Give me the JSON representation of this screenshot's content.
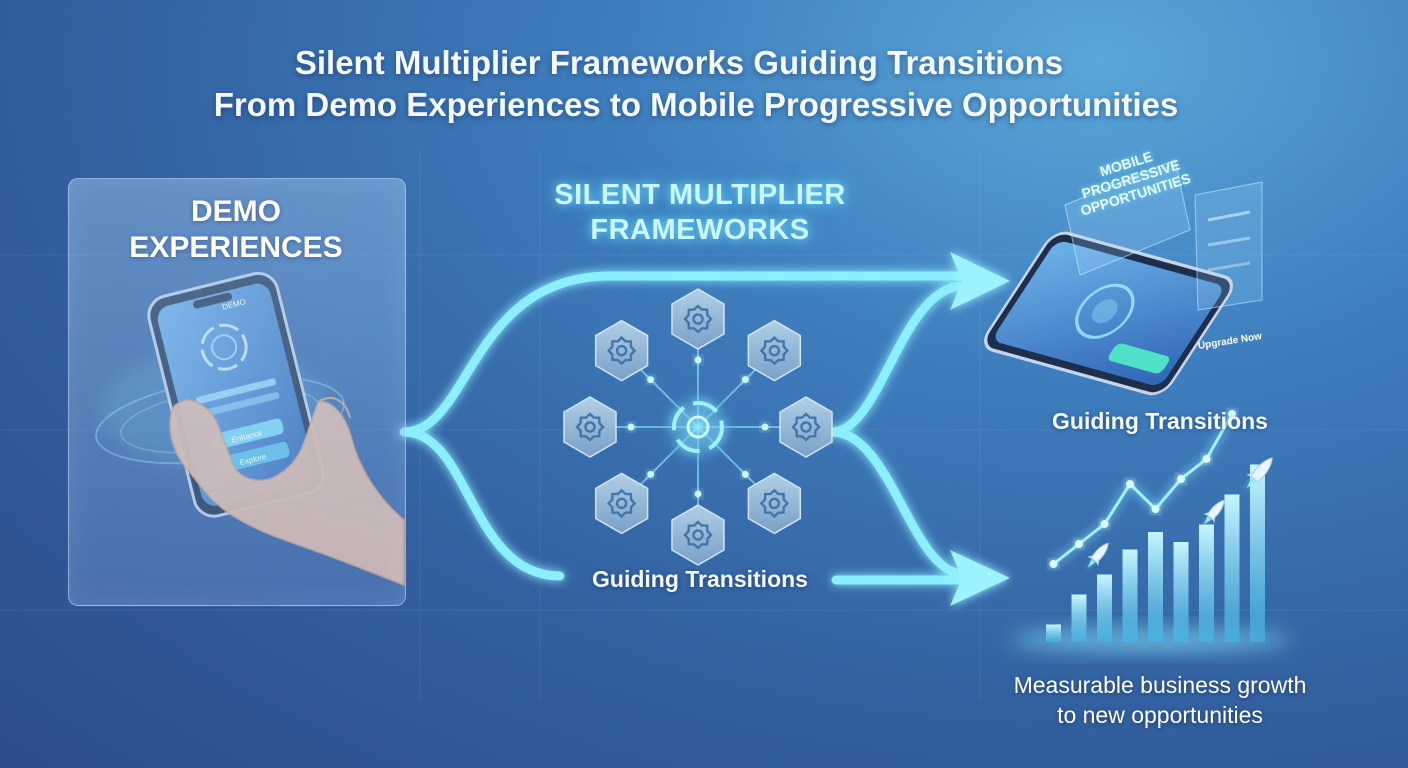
{
  "header": {
    "title_line1": "Silent Multiplier Frameworks Guiding Transitions",
    "title_line2": "From Demo Experiences to Mobile Progressive Opportunities"
  },
  "demo_panel": {
    "title_line1": "DEMO",
    "title_line2": "EXPERIENCES",
    "phone_header": "DEMO",
    "phone_button1": "Enhance",
    "phone_button2": "Explore"
  },
  "framework": {
    "label_line1": "SILENT MULTIPLIER",
    "label_line2": "FRAMEWORKS",
    "lower_flow_label": "Guiding Transitions"
  },
  "mobile_panel": {
    "overlay_line1": "MOBILE PROGRESSIVE",
    "overlay_line2": "OPPORTUNITIES",
    "upgrade_button": "Upgrade Now",
    "caption": "Guiding Transitions"
  },
  "growth_panel": {
    "caption_line1": "Measurable business growth",
    "caption_line2": "to new opportunities",
    "chart_values": [
      0.07,
      0.19,
      0.27,
      0.37,
      0.44,
      0.4,
      0.47,
      0.59,
      0.71
    ],
    "trend_values": [
      0.24,
      0.32,
      0.4,
      0.56,
      0.46,
      0.58,
      0.66,
      0.84
    ]
  },
  "colors": {
    "glow": "#7fe9ff",
    "arrow": "#8cefff",
    "hexagon": "#8fb7d6",
    "card": "#9fc4ee"
  },
  "icons": [
    "gear-icon",
    "target-icon",
    "rocket-icon",
    "hand-icon",
    "phone-icon"
  ]
}
